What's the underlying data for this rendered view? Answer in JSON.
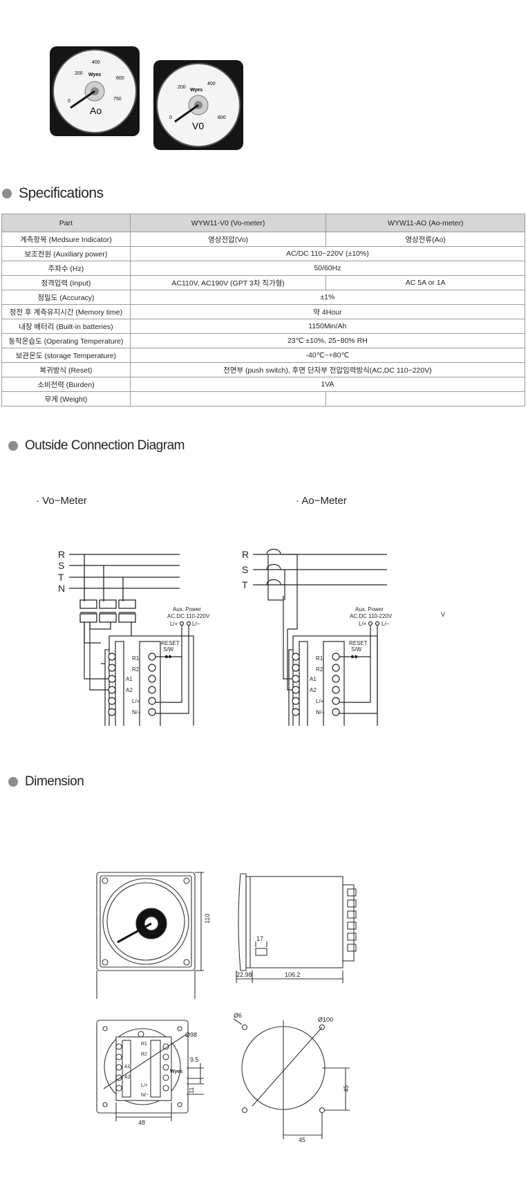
{
  "meters": {
    "a": {
      "title": "Ao",
      "brand": "Wyes",
      "ticks": [
        "200",
        "400",
        "600",
        "750",
        "0"
      ]
    },
    "v": {
      "title": "V0",
      "brand": "Wyes",
      "ticks": [
        "200",
        "400",
        "600",
        "0"
      ]
    }
  },
  "specifications": {
    "title": "Specifications",
    "headers": [
      "Part",
      "WYW11-V0 (Vo-meter)",
      "WYW11-AO (Ao-meter)"
    ],
    "rows": [
      {
        "label": "계측항목 (Medsure Indicator)",
        "v": "영상전압(Vo)",
        "a": "영상전류(Ao)"
      },
      {
        "label": "보조전원 (Auxiliary power)",
        "both": "AC/DC 110~220V (±10%)"
      },
      {
        "label": "주파수 (Hz)",
        "both": "50/60Hz"
      },
      {
        "label": "정격입력 (Input)",
        "v": "AC110V, AC190V (GPT 3차 직가형)",
        "a": "AC 5A or 1A"
      },
      {
        "label": "정밀도 (Accuracy)",
        "both": "±1%"
      },
      {
        "label": "정전 후 계측유지시간 (Memory time)",
        "both": "약 4Hour"
      },
      {
        "label": "내장 배터리 (Built-in batteries)",
        "both": "1150Min/Ah"
      },
      {
        "label": "동작온습도 (Operating Temperature)",
        "both": "23℃ ±10%, 25~80% RH"
      },
      {
        "label": "보관온도 (storage Temperature)",
        "both": "-40℃~+80℃"
      },
      {
        "label": "복귀방식 (Reset)",
        "both": "전면부 (push switch), 후면 단자부 전압입력방식(AC,DC 110~220V)"
      },
      {
        "label": "소비전력 (Burden)",
        "both": "1VA"
      },
      {
        "label": "무게 (Weight)",
        "v": "",
        "a": ""
      }
    ]
  },
  "connection": {
    "title": "Outside Connection Diagram",
    "vo_label": "·  Vo−Meter",
    "ao_label": "·  Ao−Meter",
    "phases_vo": [
      "R",
      "S",
      "T",
      "N"
    ],
    "phases_ao": [
      "R",
      "S",
      "T"
    ],
    "aux_power_title": "Aux. Power",
    "aux_power_spec": "AC.DC 110-220V",
    "lplus": "L/+",
    "lminus": "L/−",
    "reset": "RESET",
    "sw": "S/W",
    "terminals": [
      "R1",
      "R2",
      "A1",
      "A2",
      "L/+",
      "N/−"
    ],
    "stray_v": "V"
  },
  "dimension": {
    "title": "Dimension",
    "labels": {
      "h110": "110",
      "d17": "17",
      "d2298": "22.98",
      "d1062": "106.2",
      "phi98": "Ø98",
      "d95": "9.5",
      "d11": "11",
      "d48": "48",
      "phi6": "Ø6",
      "phi100": "Ø100",
      "d45v": "45",
      "d45h": "45",
      "brand": "Wyes"
    }
  }
}
